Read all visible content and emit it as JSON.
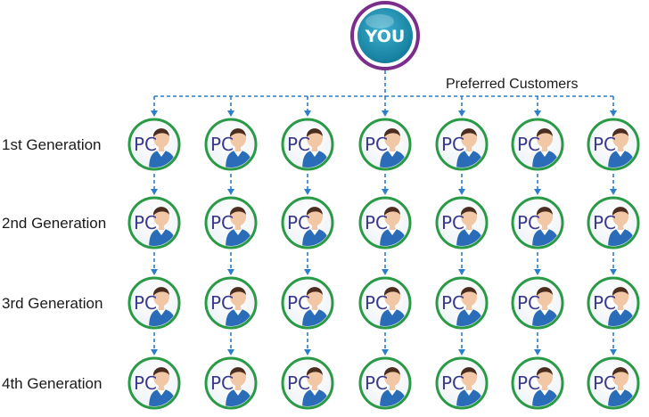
{
  "root": {
    "label": "YOU",
    "colors": {
      "ring": "#7b2d8c",
      "fill": "#1c8fb0",
      "inner": "#147f9e"
    }
  },
  "level_label": "Preferred Customers",
  "generations": [
    {
      "label": "1st Generation"
    },
    {
      "label": "2nd Generation"
    },
    {
      "label": "3rd Generation"
    },
    {
      "label": "4th Generation"
    }
  ],
  "node": {
    "label": "PC",
    "icon": "person-icon",
    "colors": {
      "ring": "#2a9a46",
      "text": "#3a3a8c",
      "shirt": "#2b6cb8",
      "skin": "#f1c7a6",
      "hair": "#4a2d1f"
    }
  },
  "columns": 7,
  "colors": {
    "connector": "#2d7fc9"
  }
}
